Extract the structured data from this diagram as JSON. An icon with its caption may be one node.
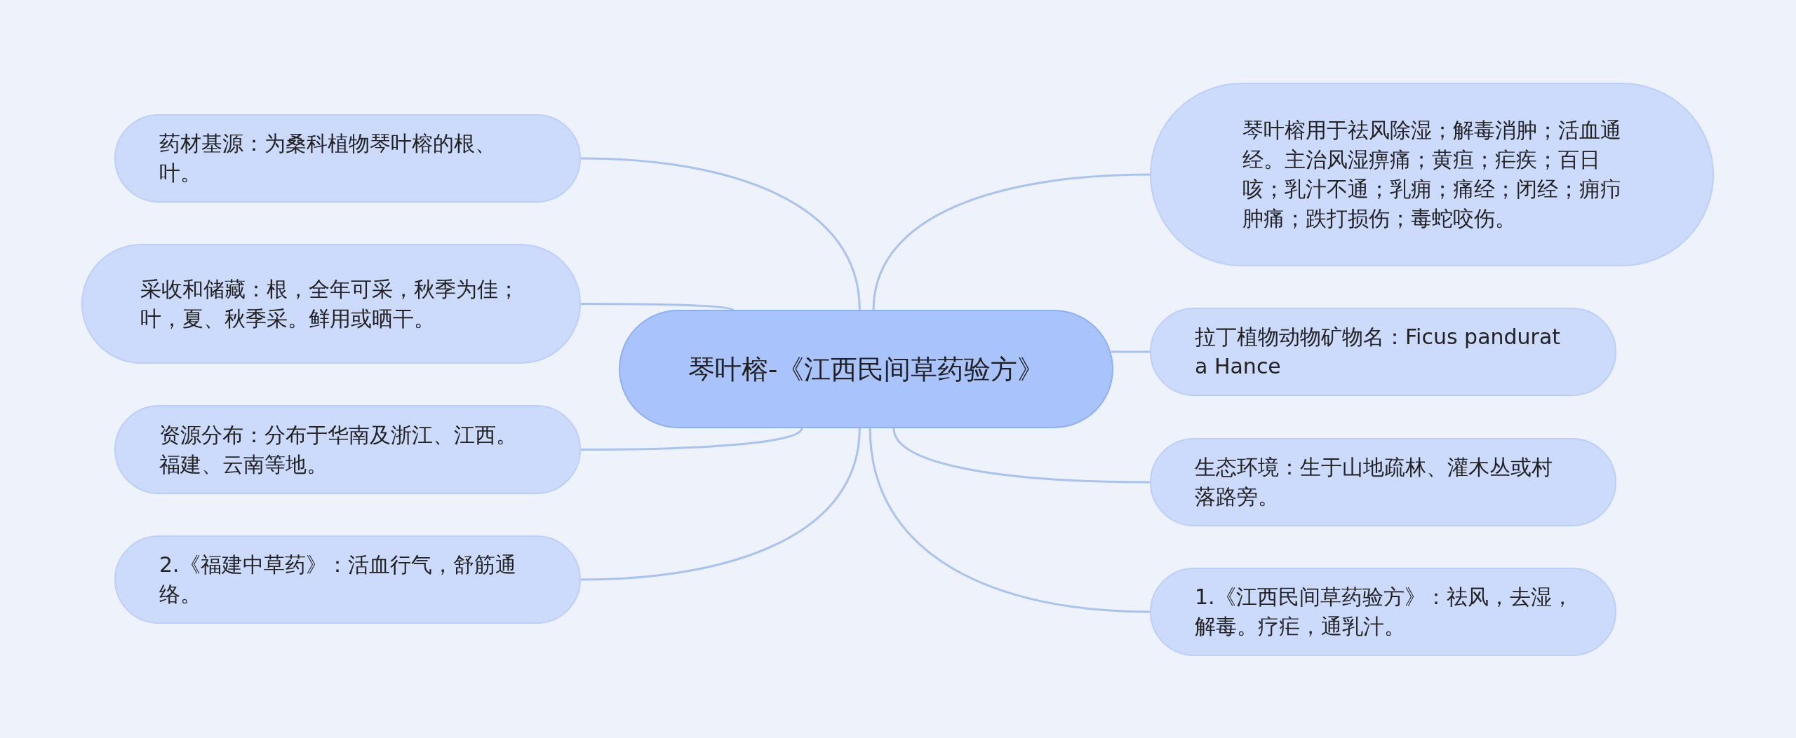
{
  "diagram": {
    "nodes": [
      {
        "text": [
          "琴叶榕-《江西民间草药验方》"
        ]
      },
      {
        "text": [
          "药材基源：为桑科植物琴叶榕的根、叶。"
        ]
      },
      {
        "text": [
          "采收和储藏：根，全年可采，秋季为佳；叶，夏、秋季采。鲜用或晒干。"
        ]
      },
      {
        "text": [
          "资源分布：分布于华南及浙江、江西。福建、云南等地。"
        ]
      },
      {
        "text": [
          "2.《福建中草药》：活血行气，舒筋通络。"
        ]
      },
      {
        "text": [
          "琴叶榕用于祛风除湿；解毒消肿；活血通经。主治风湿痹痛；黄疸；疟疾；百日咳；乳汁不通；乳痈；痛经；闭经；痈疖肿痛；跌打损伤；毒蛇咬伤。"
        ]
      },
      {
        "text": [
          "拉丁植物动物矿物名：Ficus pandurata Hance"
        ]
      },
      {
        "text": [
          "生态环境：生于山地疏林、灌木丛或村落路旁。"
        ]
      },
      {
        "text": [
          "1.《江西民间草药验方》：祛风，去湿，解毒。疗疟，通乳汁。"
        ]
      }
    ],
    "edges": [
      {
        "from": 0,
        "to": 1,
        "arrow": "none"
      },
      {
        "from": 0,
        "to": 2,
        "arrow": "none"
      },
      {
        "from": 0,
        "to": 3,
        "arrow": "none"
      },
      {
        "from": 0,
        "to": 4,
        "arrow": "none"
      },
      {
        "from": 0,
        "to": 5,
        "arrow": "none"
      },
      {
        "from": 0,
        "to": 6,
        "arrow": "none"
      },
      {
        "from": 0,
        "to": 7,
        "arrow": "none"
      },
      {
        "from": 0,
        "to": 8,
        "arrow": "none"
      }
    ]
  }
}
